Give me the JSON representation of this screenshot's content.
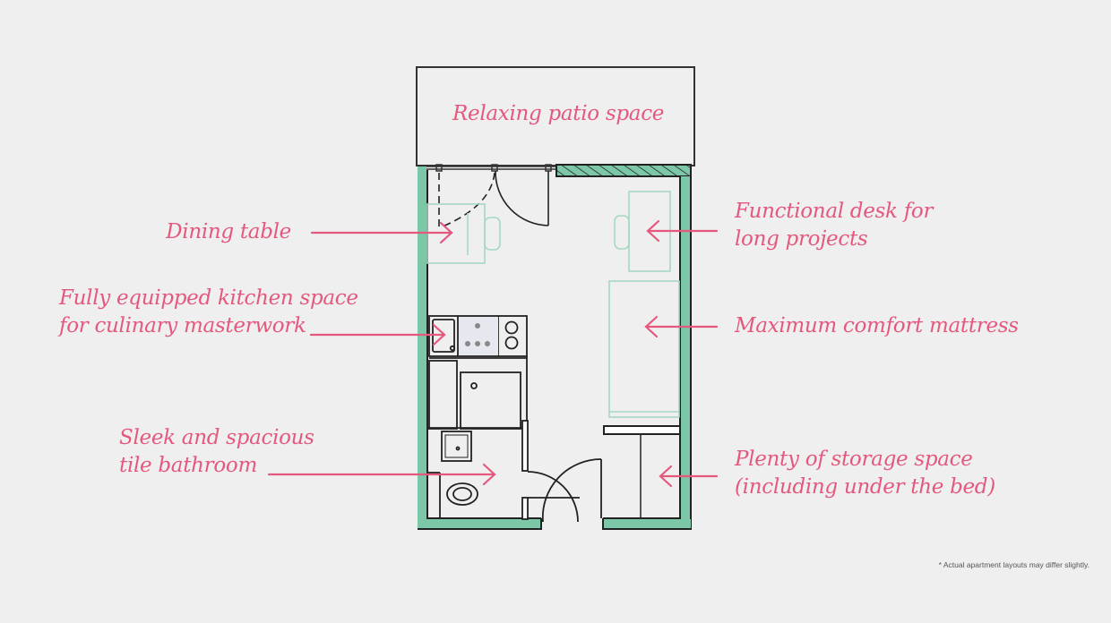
{
  "colors": {
    "background": "#efefef",
    "wall": "#7cc7a8",
    "outline": "#222222",
    "furniture": "#a6d8c2",
    "annotation": "#e5587d"
  },
  "floorplan": {
    "title_area": "Relaxing patio space",
    "annotations": [
      {
        "id": "dining",
        "text": "Dining table",
        "side": "left"
      },
      {
        "id": "kitchen",
        "text": "Fully equipped kitchen space\nfor culinary masterwork",
        "side": "left"
      },
      {
        "id": "bathroom",
        "text": "Sleek and spacious\ntile bathroom",
        "side": "left"
      },
      {
        "id": "desk",
        "text": "Functional desk for\nlong projects",
        "side": "right"
      },
      {
        "id": "mattress",
        "text": "Maximum comfort mattress",
        "side": "right"
      },
      {
        "id": "storage",
        "text": "Plenty of storage space\n(including under the bed)",
        "side": "right"
      }
    ],
    "footnote": "* Actual apartment layouts may differ slightly."
  }
}
